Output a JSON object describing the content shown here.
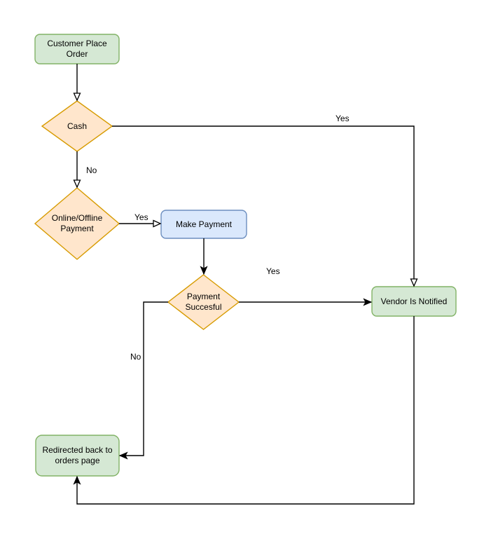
{
  "colors": {
    "background": "#ffffff",
    "line": "#000000",
    "text": "#000000",
    "green_fill": "#d5e8d4",
    "green_border": "#82b366",
    "orange_fill": "#ffe6cc",
    "orange_border": "#d79b00",
    "blue_fill": "#dae8fc",
    "blue_border": "#6c8ebf"
  },
  "nodes": {
    "customer_order": {
      "label": "Customer Place\nOrder",
      "type": "start"
    },
    "cash": {
      "label": "Cash",
      "type": "decision"
    },
    "online_offline": {
      "label": "Online/Offline\nPayment",
      "type": "decision"
    },
    "make_payment": {
      "label": "Make Payment",
      "type": "process"
    },
    "payment_succesful": {
      "label": "Payment\nSuccesful",
      "type": "decision"
    },
    "vendor_notified": {
      "label": "Vendor Is Notified",
      "type": "process"
    },
    "redirected": {
      "label": "Redirected back to\norders page",
      "type": "process"
    }
  },
  "edge_labels": {
    "cash_yes": "Yes",
    "cash_no": "No",
    "online_yes": "Yes",
    "payment_yes": "Yes",
    "payment_no": "No"
  }
}
